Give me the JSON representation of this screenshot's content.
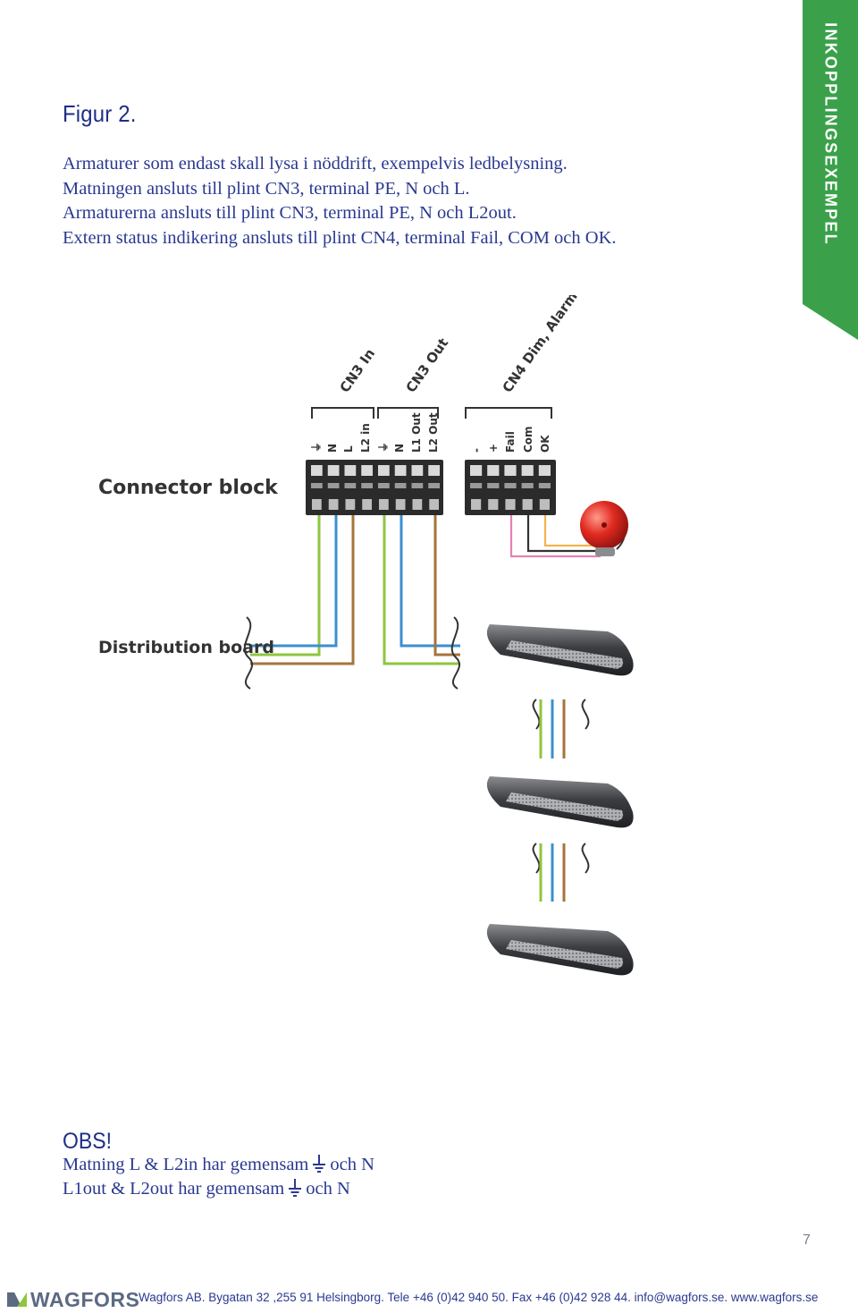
{
  "heading": "Figur 2.",
  "intro_lines": [
    "Armaturer som endast skall lysa i nöddrift, exempelvis ledbelysning.",
    "Matningen ansluts till plint CN3, terminal PE, N och L.",
    "Armaturerna ansluts till plint CN3, terminal PE, N och L2out.",
    "Extern status indikering ansluts till plint CN4, terminal Fail, COM och OK."
  ],
  "side_tab": {
    "label": "INKOPPLINGSEXEMPEL",
    "color": "#3aa14a"
  },
  "diagram": {
    "connector_block_label": "Connector block",
    "distribution_board_label": "Distribution board",
    "group_labels": [
      "CN3 In",
      "CN3 Out",
      "CN4 Dim, Alarm"
    ],
    "cn3_in_terminals": [
      "⏚",
      "N",
      "L",
      "L2 in"
    ],
    "cn3_out_terminals": [
      "⏚",
      "N",
      "L1 Out",
      "L2 Out"
    ],
    "cn4_terminals": [
      "-",
      "+",
      "Fail",
      "Com",
      "OK"
    ],
    "wire_colors": {
      "earth": "#8dc63f",
      "neutral": "#3b8fd0",
      "live": "#a5753a",
      "pink": "#e97fb6",
      "orange": "#f3b24e",
      "black": "#333333"
    }
  },
  "obs": {
    "title": "OBS!",
    "line1_pre": "Matning L & L2in har gemensam",
    "line1_post": "och N",
    "line2_pre": "L1out & L2out har gemensam",
    "line2_post": "och N"
  },
  "page_number": "7",
  "footer": {
    "logo_text": "WAGFORS",
    "address": "Wagfors AB. Bygatan 32 ,255 91 Helsingborg. Tele +46 (0)42 940 50. Fax +46 (0)42 928 44. info@wagfors.se. www.wagfors.se"
  }
}
